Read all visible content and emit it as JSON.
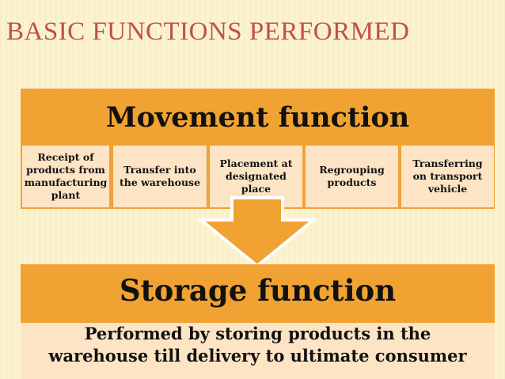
{
  "slide": {
    "title": "BASIC FUNCTIONS PERFORMED"
  },
  "movement": {
    "title": "Movement function",
    "steps": [
      {
        "lines": [
          "Receipt of",
          "products from",
          "manufacturing",
          "plant"
        ]
      },
      {
        "lines": [
          "Transfer into",
          "the warehouse"
        ]
      },
      {
        "lines": [
          "Placement at",
          "designated",
          "place"
        ]
      },
      {
        "lines": [
          "Regrouping",
          "products"
        ]
      },
      {
        "lines": [
          "Transferring",
          "on transport",
          "vehicle"
        ]
      }
    ]
  },
  "storage": {
    "title": "Storage function",
    "description_lines": [
      "Performed by storing products in the",
      "warehouse till  delivery to ultimate consumer"
    ]
  },
  "colors": {
    "title": "#c0504d",
    "accent": "#f0a233",
    "light": "#fde4c4",
    "background": "#fbf3cf"
  }
}
